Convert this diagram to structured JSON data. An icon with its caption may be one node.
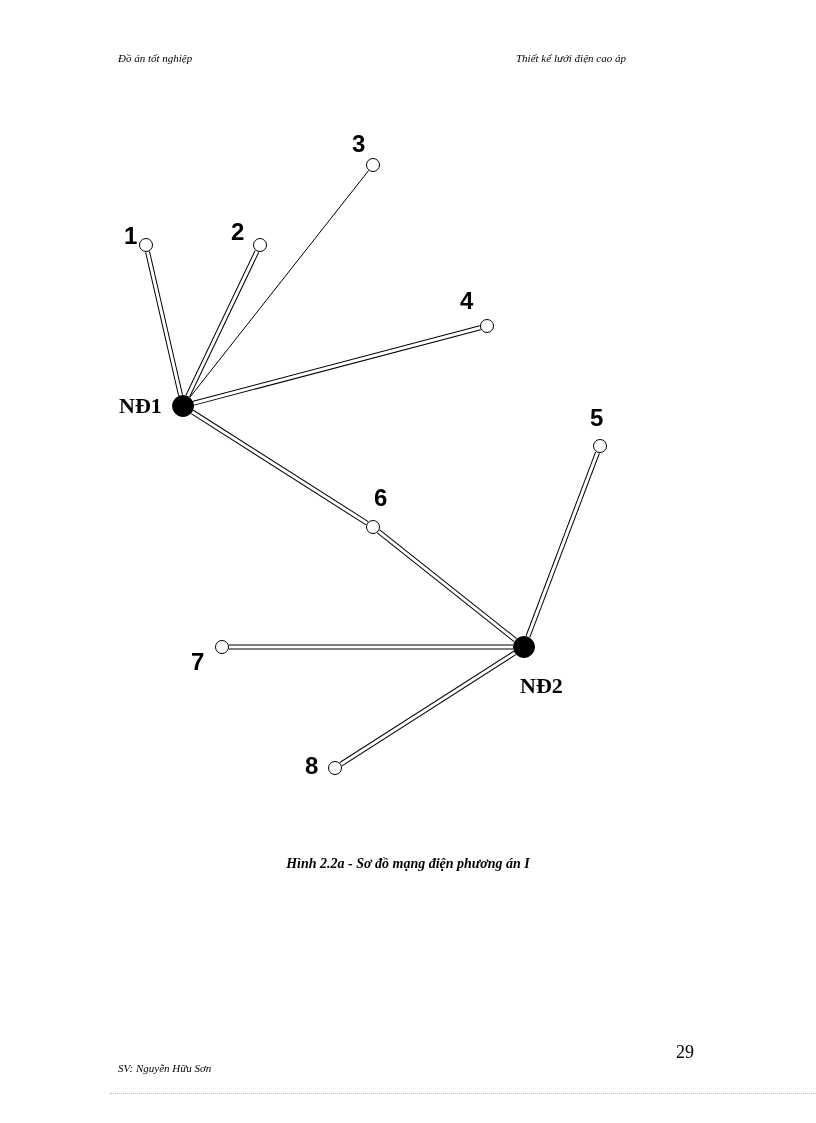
{
  "diagram": {
    "caption": "Hình 2.2a - Sơ đồ mạng điện phương án I",
    "nodes": [
      {
        "text": [
          "3"
        ]
      },
      {
        "text": [
          "1"
        ]
      },
      {
        "text": [
          "2"
        ]
      },
      {
        "text": [
          "4"
        ]
      },
      {
        "text": [
          "NĐ1"
        ]
      },
      {
        "text": [
          "5"
        ]
      },
      {
        "text": [
          "6"
        ]
      },
      {
        "text": [
          "7"
        ]
      },
      {
        "text": [
          "NĐ2"
        ]
      },
      {
        "text": [
          "8"
        ]
      }
    ],
    "edges": [
      {
        "from": 4,
        "to": 1,
        "arrow": "none"
      },
      {
        "from": 4,
        "to": 2,
        "arrow": "none"
      },
      {
        "from": 4,
        "to": 0,
        "arrow": "none"
      },
      {
        "from": 4,
        "to": 3,
        "arrow": "none"
      },
      {
        "from": 4,
        "to": 6,
        "arrow": "none"
      },
      {
        "from": 6,
        "to": 8,
        "arrow": "none"
      },
      {
        "from": 8,
        "to": 5,
        "arrow": "none"
      },
      {
        "from": 8,
        "to": 7,
        "arrow": "none"
      },
      {
        "from": 8,
        "to": 9,
        "arrow": "none"
      }
    ],
    "labels": [
      "Đồ án tốt nghiệp",
      "Thiết kế lưới điện cao áp",
      "29",
      "SV: Nguyễn Hữu Sơn"
    ]
  }
}
